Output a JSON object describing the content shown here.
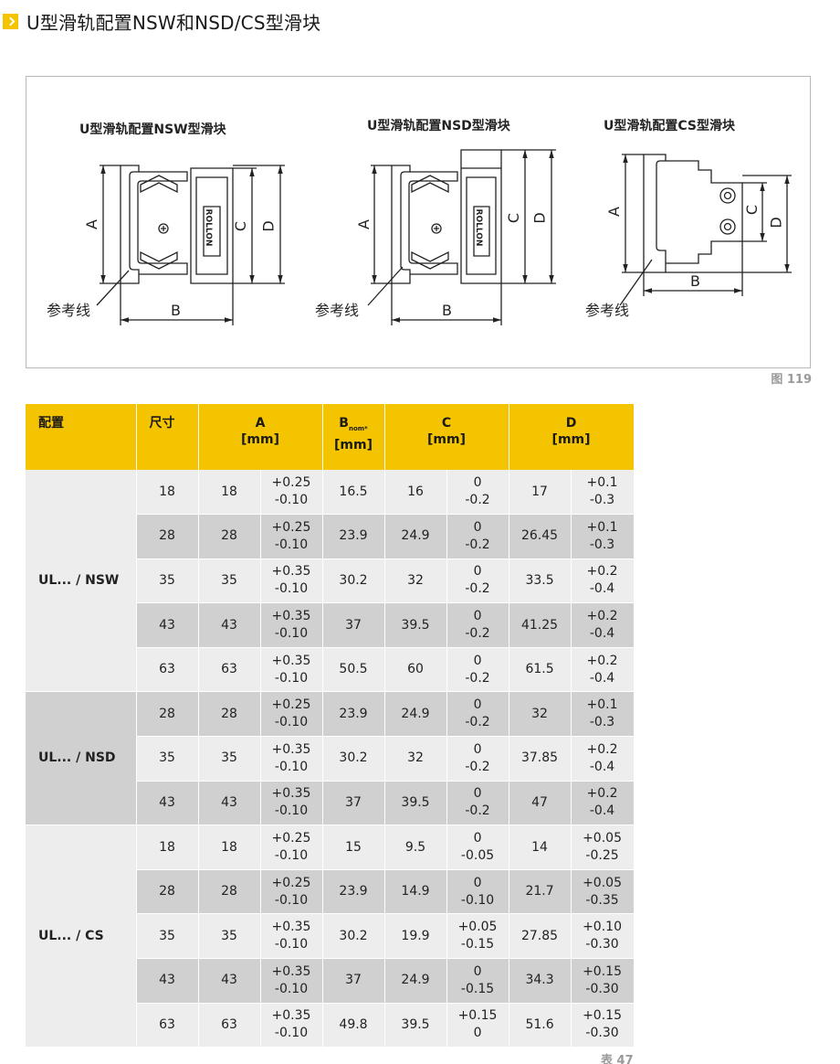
{
  "header": {
    "title": "U型滑轨配置NSW和NSD/CS型滑块",
    "accent_color": "#f5c400"
  },
  "figure": {
    "caption": "图 119",
    "panels": [
      {
        "title": "U型滑轨配置NSW型滑块",
        "label_a": "A",
        "label_b": "B",
        "label_c": "C",
        "label_d": "D",
        "ref_line": "参考线",
        "logo": "ROLLON"
      },
      {
        "title": "U型滑轨配置NSD型滑块",
        "label_a": "A",
        "label_b": "B",
        "label_c": "C",
        "label_d": "D",
        "ref_line": "参考线",
        "logo": "ROLLON"
      },
      {
        "title": "U型滑轨配置CS型滑块",
        "label_a": "A",
        "label_b": "B",
        "label_c": "C",
        "label_d": "D",
        "ref_line": "参考线"
      }
    ]
  },
  "table": {
    "caption": "表 47",
    "header_color": "#f5c400",
    "headers": {
      "config": "配置",
      "size": "尺寸",
      "a": "A",
      "a_unit": "[mm]",
      "b": "B",
      "b_sub": "nom*",
      "b_unit": "[mm]",
      "c": "C",
      "c_unit": "[mm]",
      "d": "D",
      "d_unit": "[mm]"
    },
    "groups": [
      {
        "name": "UL... / NSW",
        "rows": [
          {
            "size": "18",
            "a": "18",
            "a_tol_up": "+0.25",
            "a_tol_dn": "-0.10",
            "b": "16.5",
            "c": "16",
            "c_tol_up": "0",
            "c_tol_dn": "-0.2",
            "d": "17",
            "d_tol_up": "+0.1",
            "d_tol_dn": "-0.3"
          },
          {
            "size": "28",
            "a": "28",
            "a_tol_up": "+0.25",
            "a_tol_dn": "-0.10",
            "b": "23.9",
            "c": "24.9",
            "c_tol_up": "0",
            "c_tol_dn": "-0.2",
            "d": "26.45",
            "d_tol_up": "+0.1",
            "d_tol_dn": "-0.3"
          },
          {
            "size": "35",
            "a": "35",
            "a_tol_up": "+0.35",
            "a_tol_dn": "-0.10",
            "b": "30.2",
            "c": "32",
            "c_tol_up": "0",
            "c_tol_dn": "-0.2",
            "d": "33.5",
            "d_tol_up": "+0.2",
            "d_tol_dn": "-0.4"
          },
          {
            "size": "43",
            "a": "43",
            "a_tol_up": "+0.35",
            "a_tol_dn": "-0.10",
            "b": "37",
            "c": "39.5",
            "c_tol_up": "0",
            "c_tol_dn": "-0.2",
            "d": "41.25",
            "d_tol_up": "+0.2",
            "d_tol_dn": "-0.4"
          },
          {
            "size": "63",
            "a": "63",
            "a_tol_up": "+0.35",
            "a_tol_dn": "-0.10",
            "b": "50.5",
            "c": "60",
            "c_tol_up": "0",
            "c_tol_dn": "-0.2",
            "d": "61.5",
            "d_tol_up": "+0.2",
            "d_tol_dn": "-0.4"
          }
        ]
      },
      {
        "name": "UL... / NSD",
        "rows": [
          {
            "size": "28",
            "a": "28",
            "a_tol_up": "+0.25",
            "a_tol_dn": "-0.10",
            "b": "23.9",
            "c": "24.9",
            "c_tol_up": "0",
            "c_tol_dn": "-0.2",
            "d": "32",
            "d_tol_up": "+0.1",
            "d_tol_dn": "-0.3"
          },
          {
            "size": "35",
            "a": "35",
            "a_tol_up": "+0.35",
            "a_tol_dn": "-0.10",
            "b": "30.2",
            "c": "32",
            "c_tol_up": "0",
            "c_tol_dn": "-0.2",
            "d": "37.85",
            "d_tol_up": "+0.2",
            "d_tol_dn": "-0.4"
          },
          {
            "size": "43",
            "a": "43",
            "a_tol_up": "+0.35",
            "a_tol_dn": "-0.10",
            "b": "37",
            "c": "39.5",
            "c_tol_up": "0",
            "c_tol_dn": "-0.2",
            "d": "47",
            "d_tol_up": "+0.2",
            "d_tol_dn": "-0.4"
          }
        ]
      },
      {
        "name": "UL... / CS",
        "rows": [
          {
            "size": "18",
            "a": "18",
            "a_tol_up": "+0.25",
            "a_tol_dn": "-0.10",
            "b": "15",
            "c": "9.5",
            "c_tol_up": "0",
            "c_tol_dn": "-0.05",
            "d": "14",
            "d_tol_up": "+0.05",
            "d_tol_dn": "-0.25"
          },
          {
            "size": "28",
            "a": "28",
            "a_tol_up": "+0.25",
            "a_tol_dn": "-0.10",
            "b": "23.9",
            "c": "14.9",
            "c_tol_up": "0",
            "c_tol_dn": "-0.10",
            "d": "21.7",
            "d_tol_up": "+0.05",
            "d_tol_dn": "-0.35"
          },
          {
            "size": "35",
            "a": "35",
            "a_tol_up": "+0.35",
            "a_tol_dn": "-0.10",
            "b": "30.2",
            "c": "19.9",
            "c_tol_up": "+0.05",
            "c_tol_dn": "-0.15",
            "d": "27.85",
            "d_tol_up": "+0.10",
            "d_tol_dn": "-0.30"
          },
          {
            "size": "43",
            "a": "43",
            "a_tol_up": "+0.35",
            "a_tol_dn": "-0.10",
            "b": "37",
            "c": "24.9",
            "c_tol_up": "0",
            "c_tol_dn": "-0.15",
            "d": "34.3",
            "d_tol_up": "+0.15",
            "d_tol_dn": "-0.30"
          },
          {
            "size": "63",
            "a": "63",
            "a_tol_up": "+0.35",
            "a_tol_dn": "-0.10",
            "b": "49.8",
            "c": "39.5",
            "c_tol_up": "+0.15",
            "c_tol_dn": "0",
            "d": "51.6",
            "d_tol_up": "+0.15",
            "d_tol_dn": "-0.30"
          }
        ]
      }
    ]
  }
}
